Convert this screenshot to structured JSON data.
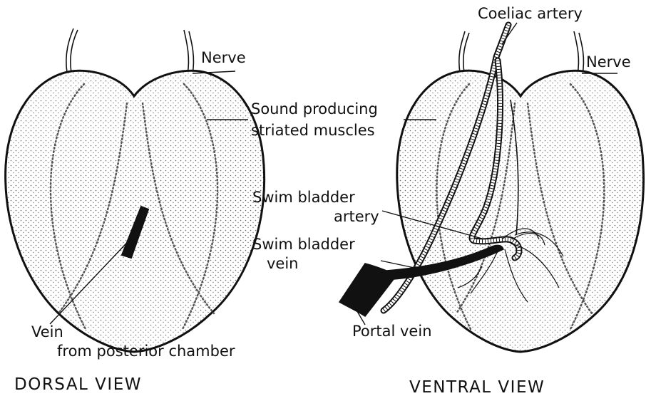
{
  "colors": {
    "ink": "#111111",
    "paper": "#ffffff",
    "stipple": "#555555"
  },
  "dorsal": {
    "caption": "DORSAL VIEW",
    "labels": {
      "nerve": "Nerve",
      "muscle_line1": "Sound producing",
      "muscle_line2": "striated muscles",
      "vein_line1": "Vein",
      "vein_line2": "from posterior chamber"
    }
  },
  "ventral": {
    "caption": "VENTRAL VIEW",
    "labels": {
      "coeliac": "Coeliac artery",
      "nerve": "Nerve",
      "sb_artery_line1": "Swim bladder",
      "sb_artery_line2": "artery",
      "sb_vein_line1": "Swim bladder",
      "sb_vein_line2": "vein",
      "portal": "Portal vein"
    }
  }
}
